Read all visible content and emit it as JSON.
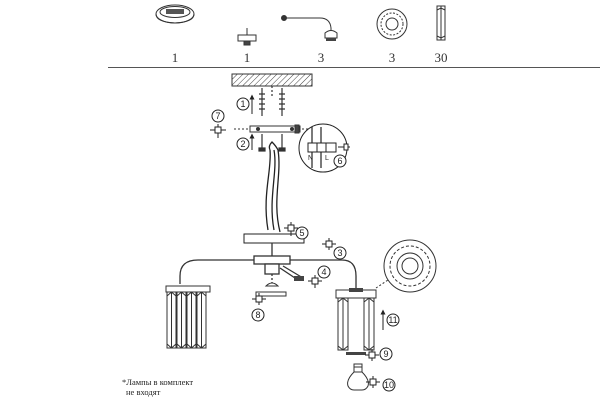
{
  "parts": [
    {
      "name": "canopy-icon",
      "count": "1"
    },
    {
      "name": "mounting-bracket-icon",
      "count": "1"
    },
    {
      "name": "arm-icon",
      "count": "3"
    },
    {
      "name": "decorative-ring-icon",
      "count": "3"
    },
    {
      "name": "crystal-prism-icon",
      "count": "30"
    }
  ],
  "steps": [
    "1",
    "2",
    "3",
    "4",
    "5",
    "6",
    "7",
    "8",
    "9",
    "10",
    "11"
  ],
  "wiring": {
    "neutral": "N",
    "live": "L"
  },
  "note": {
    "line1": "*Лампы в комплект",
    "line2": "не входят"
  }
}
